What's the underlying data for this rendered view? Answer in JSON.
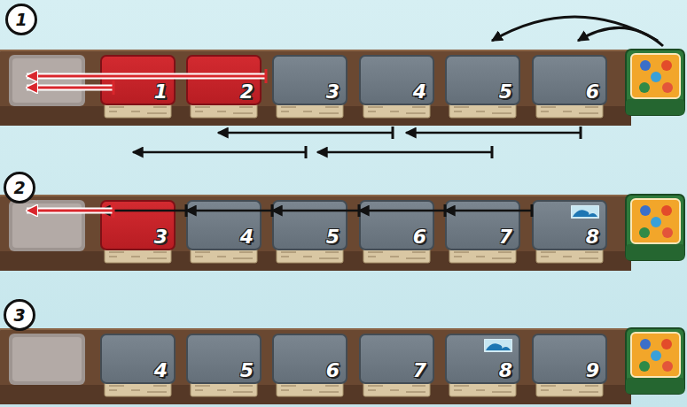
{
  "diagram": {
    "nodes": [
      {
        "text": [
          "1"
        ]
      },
      {
        "text": [
          "1"
        ]
      },
      {
        "text": [
          "2"
        ]
      },
      {
        "text": [
          "3"
        ]
      },
      {
        "text": [
          "4"
        ]
      },
      {
        "text": [
          "5"
        ]
      },
      {
        "text": [
          "6"
        ]
      },
      {
        "text": [
          "2"
        ]
      },
      {
        "text": [
          "3"
        ]
      },
      {
        "text": [
          "4"
        ]
      },
      {
        "text": [
          "5"
        ]
      },
      {
        "text": [
          "6"
        ]
      },
      {
        "text": [
          "7"
        ]
      },
      {
        "text": [
          "8"
        ]
      },
      {
        "text": [
          "3"
        ]
      },
      {
        "text": [
          "4"
        ]
      },
      {
        "text": [
          "5"
        ]
      },
      {
        "text": [
          "6"
        ]
      },
      {
        "text": [
          "7"
        ]
      },
      {
        "text": [
          "8"
        ]
      },
      {
        "text": [
          "9"
        ]
      }
    ],
    "edges": [
      {
        "from": 9,
        "to": 8,
        "arrow": "to"
      },
      {
        "from": 10,
        "to": 9,
        "arrow": "to"
      },
      {
        "from": 11,
        "to": 10,
        "arrow": "to"
      },
      {
        "from": 12,
        "to": 11,
        "arrow": "to"
      },
      {
        "from": 13,
        "to": 12,
        "arrow": "to"
      }
    ]
  }
}
